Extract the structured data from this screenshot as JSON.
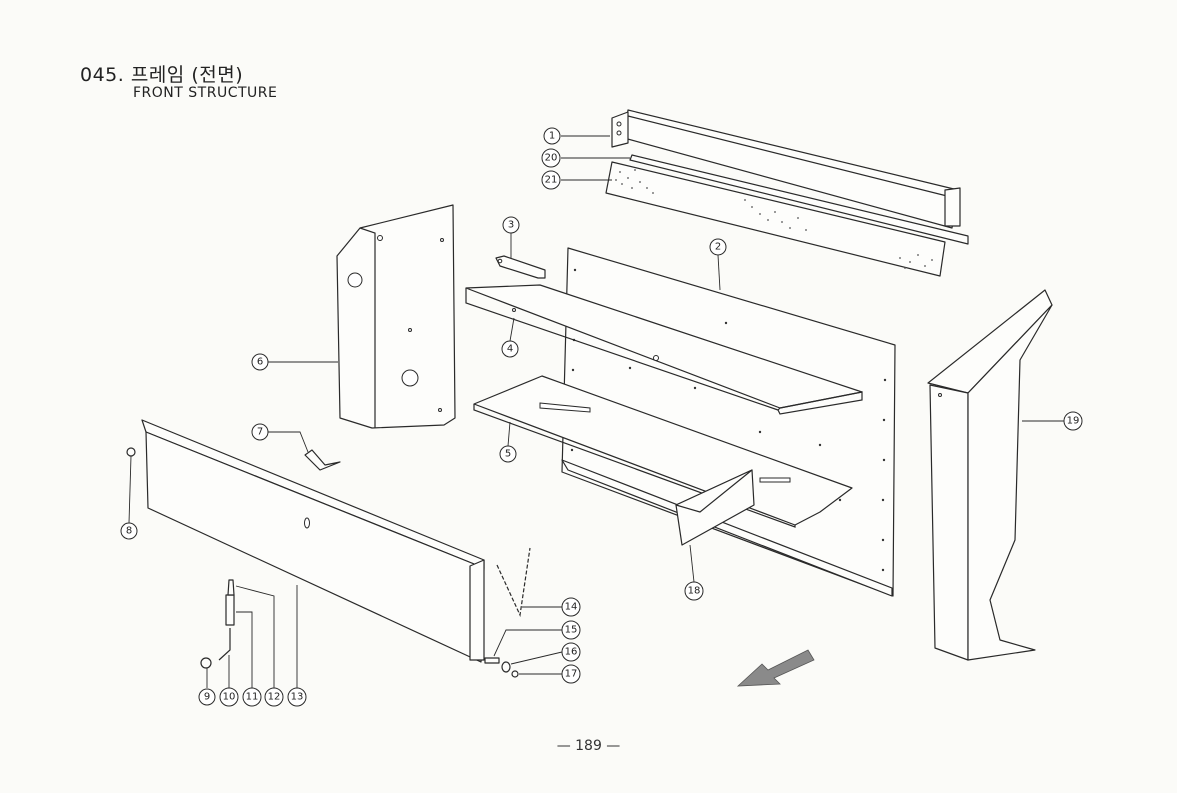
{
  "header": {
    "title_ko": "045. 프레임 (전면)",
    "title_en": "FRONT STRUCTURE"
  },
  "footer": {
    "page_number": "— 189 —"
  },
  "callouts": [
    "1",
    "2",
    "3",
    "4",
    "5",
    "6",
    "7",
    "8",
    "9",
    "10",
    "11",
    "12",
    "13",
    "14",
    "15",
    "16",
    "17",
    "18",
    "19",
    "20",
    "21"
  ]
}
